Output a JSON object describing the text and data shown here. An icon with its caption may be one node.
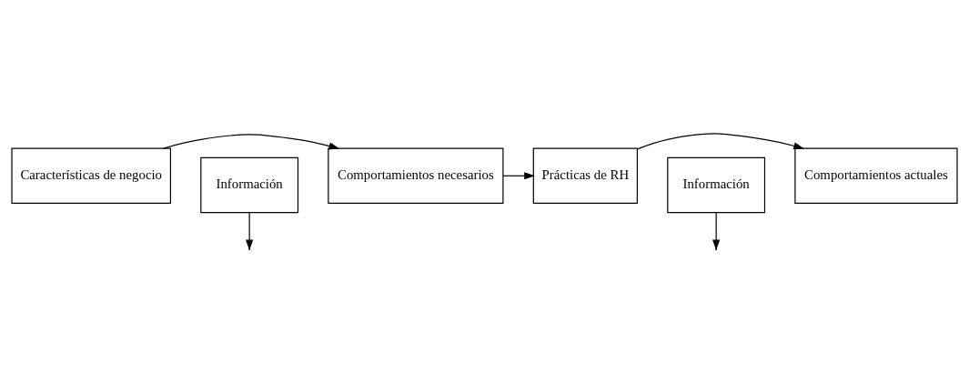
{
  "diagram": {
    "nodes": [
      {
        "text": [
          "Características de negocio"
        ]
      },
      {
        "text": [
          "Comportamientos necesarios"
        ]
      },
      {
        "text": [
          "Prácticas de RH"
        ]
      },
      {
        "text": [
          "Comportamientos actuales"
        ]
      },
      {
        "text": [
          "Información"
        ]
      },
      {
        "text": [
          "Información"
        ]
      }
    ],
    "edges": [
      {
        "from": 0,
        "to": 1,
        "arrow": "to"
      },
      {
        "from": 1,
        "to": 2,
        "arrow": "to"
      },
      {
        "from": 2,
        "to": 3,
        "arrow": "to"
      },
      {
        "from": 4,
        "to": null,
        "arrow": "to"
      },
      {
        "from": 5,
        "to": null,
        "arrow": "to"
      }
    ]
  }
}
